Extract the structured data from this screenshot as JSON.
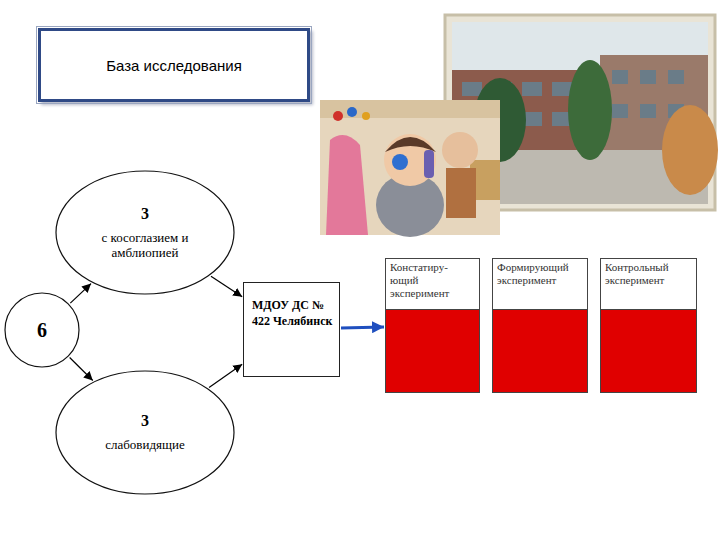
{
  "diagram": {
    "title": "База исследования",
    "nodes": [
      {
        "text": [
          "3",
          "с косоглазием и амблиопией"
        ]
      },
      {
        "text": [
          "6"
        ]
      },
      {
        "text": [
          "МДОУ ДС № 422 Челябинск"
        ]
      },
      {
        "text": [
          "Констатиру- ющий эксперимент"
        ]
      },
      {
        "text": [
          "Формирующий эксперимент"
        ]
      },
      {
        "text": [
          "Контрольный эксперимент"
        ]
      },
      {
        "text": [
          "3",
          "слабовидящие"
        ]
      }
    ],
    "edges": [
      {
        "from": 1,
        "to": 0,
        "arrow": "to"
      },
      {
        "from": 1,
        "to": 6,
        "arrow": "to"
      },
      {
        "from": 0,
        "to": 2,
        "arrow": "to"
      },
      {
        "from": 6,
        "to": 2,
        "arrow": "to"
      },
      {
        "from": 2,
        "to": 3,
        "arrow": "to"
      }
    ]
  }
}
